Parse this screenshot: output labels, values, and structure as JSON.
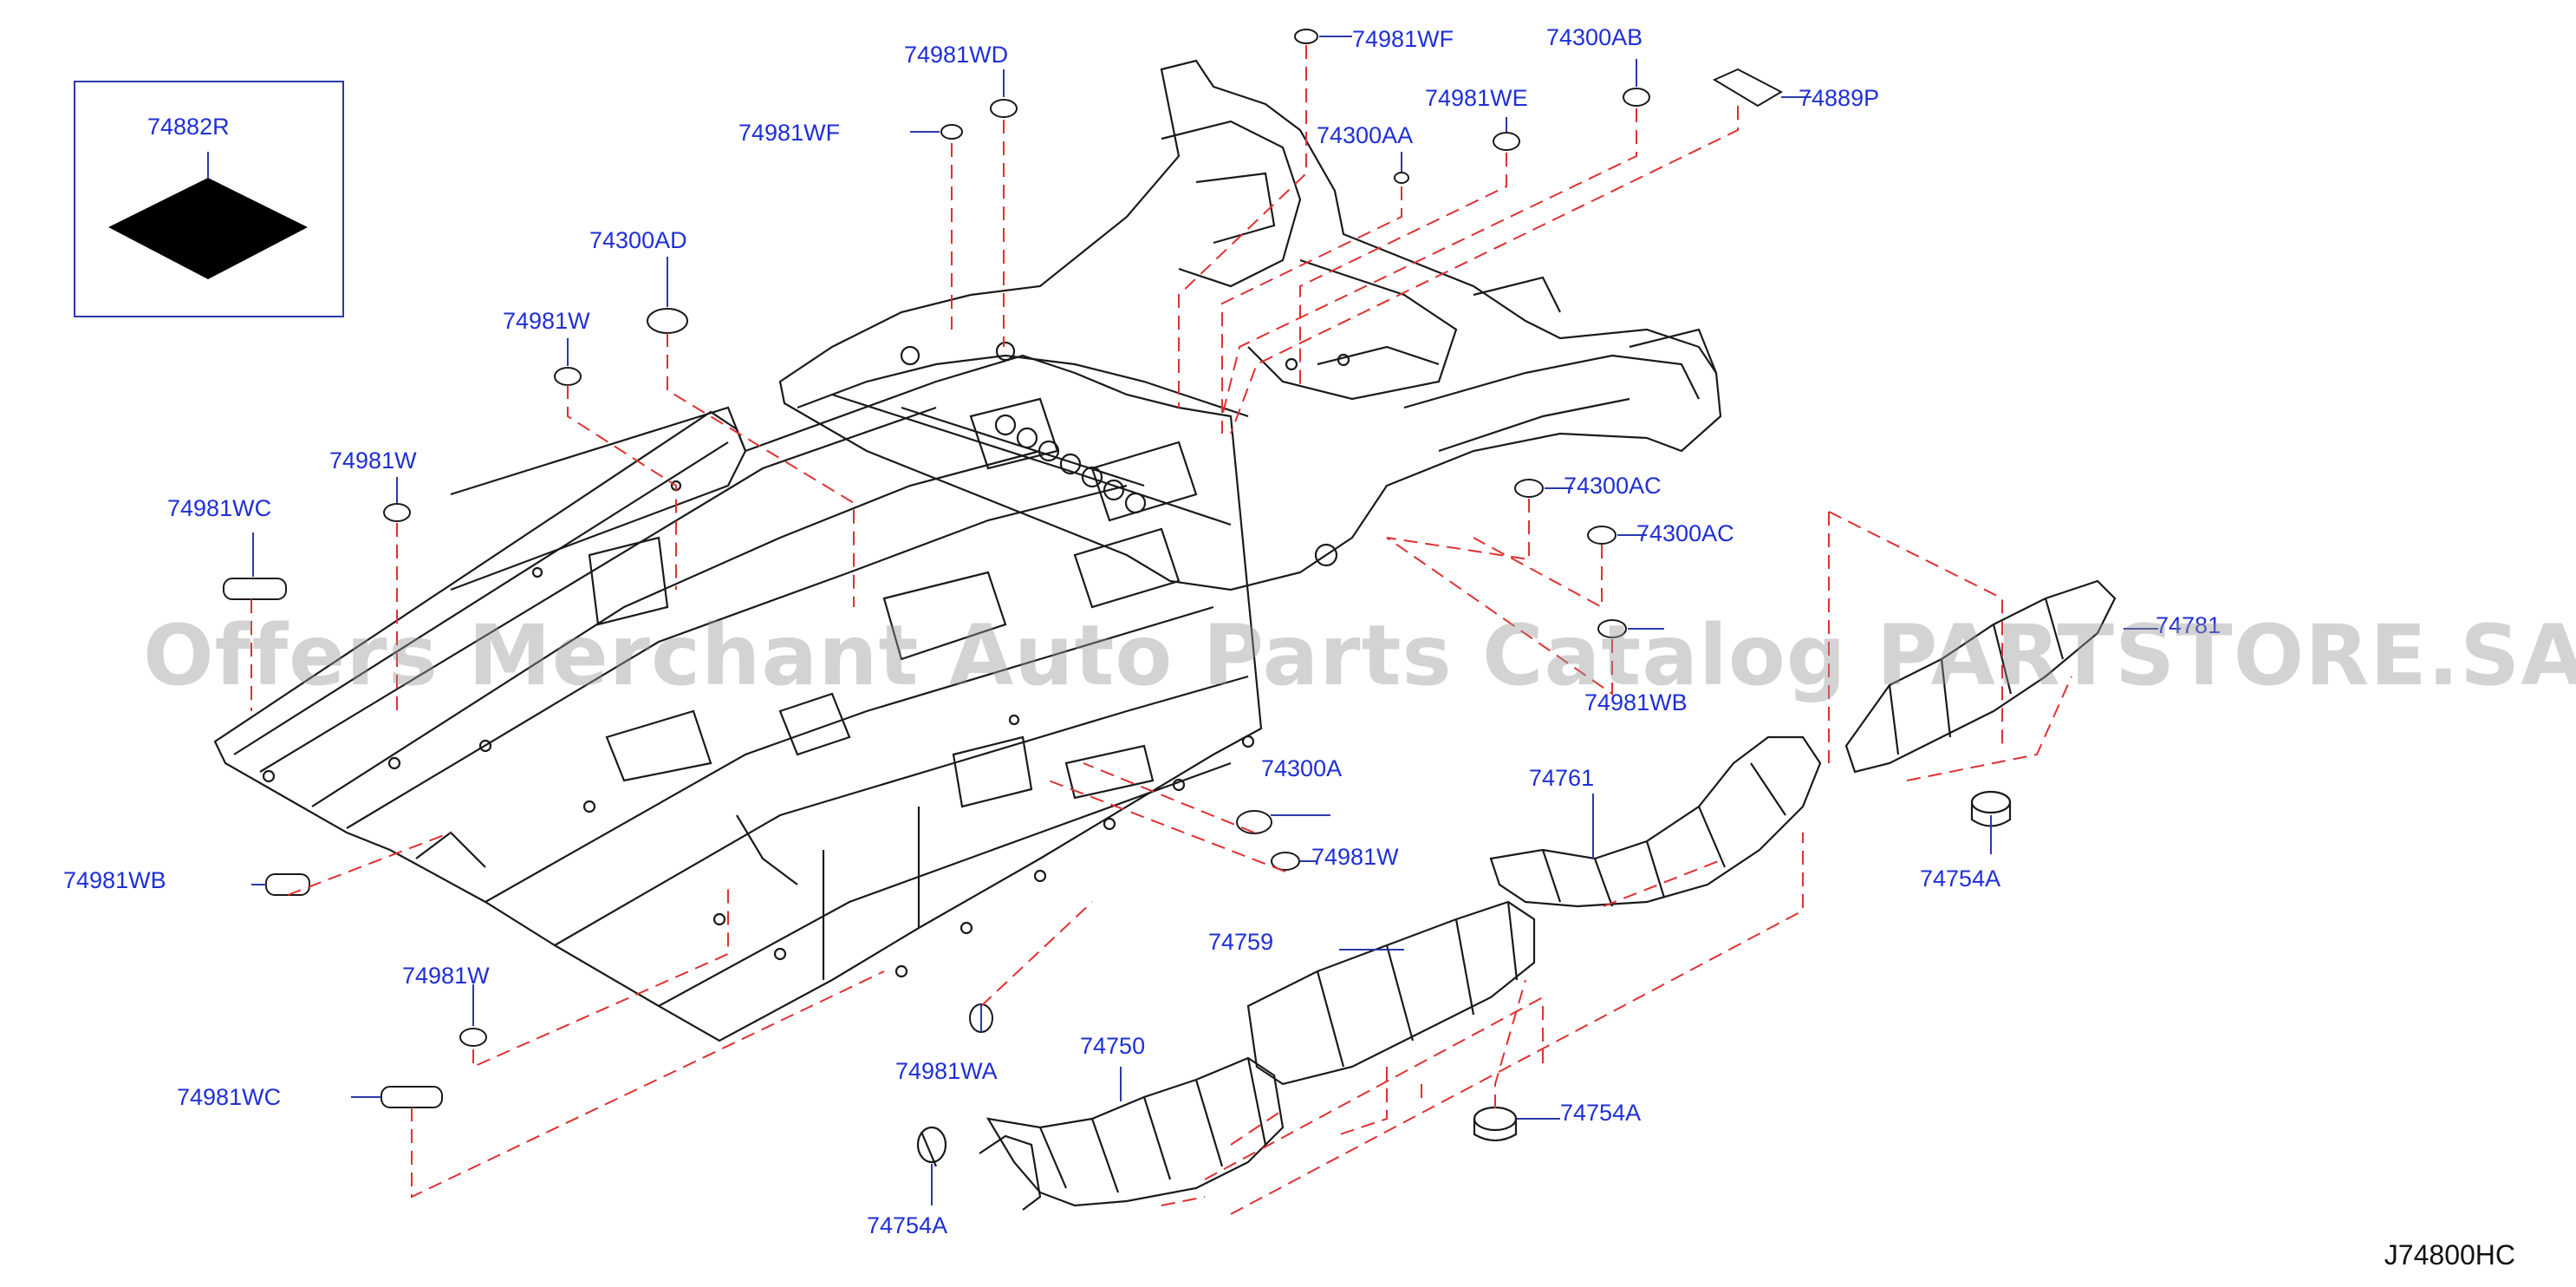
{
  "diagram": {
    "inset_label": "74882R",
    "diagram_code": "J74800HC",
    "watermark": "Offers Merchant Auto Parts Catalog PARTSTORE.SA",
    "colors": {
      "callout": "#1f2fd6",
      "leader": "#e03030",
      "line": "#1a1a1a"
    },
    "labels": [
      {
        "id": "74981WD-top",
        "text": "74981WD"
      },
      {
        "id": "74981WF-a",
        "text": "74981WF"
      },
      {
        "id": "74981WF-b",
        "text": "74981WF"
      },
      {
        "id": "74300AB",
        "text": "74300AB"
      },
      {
        "id": "74300AA",
        "text": "74300AA"
      },
      {
        "id": "74981WE",
        "text": "74981WE"
      },
      {
        "id": "74889P",
        "text": "74889P"
      },
      {
        "id": "74300AD",
        "text": "74300AD"
      },
      {
        "id": "74981W-1",
        "text": "74981W"
      },
      {
        "id": "74981W-2",
        "text": "74981W"
      },
      {
        "id": "74981WC-1",
        "text": "74981WC"
      },
      {
        "id": "74300AC-1",
        "text": "74300AC"
      },
      {
        "id": "74300AC-2",
        "text": "74300AC"
      },
      {
        "id": "74981WB-right",
        "text": "74981WB"
      },
      {
        "id": "74781",
        "text": "74781"
      },
      {
        "id": "74300A",
        "text": "74300A"
      },
      {
        "id": "74981W-3",
        "text": "74981W"
      },
      {
        "id": "74761",
        "text": "74761"
      },
      {
        "id": "74754A-1",
        "text": "74754A"
      },
      {
        "id": "74981WB-left",
        "text": "74981WB"
      },
      {
        "id": "74759",
        "text": "74759"
      },
      {
        "id": "74981W-4",
        "text": "74981W"
      },
      {
        "id": "74981WA",
        "text": "74981WA"
      },
      {
        "id": "74750",
        "text": "74750"
      },
      {
        "id": "74981WC-2",
        "text": "74981WC"
      },
      {
        "id": "74754A-2",
        "text": "74754A"
      },
      {
        "id": "74754A-3",
        "text": "74754A"
      }
    ]
  }
}
